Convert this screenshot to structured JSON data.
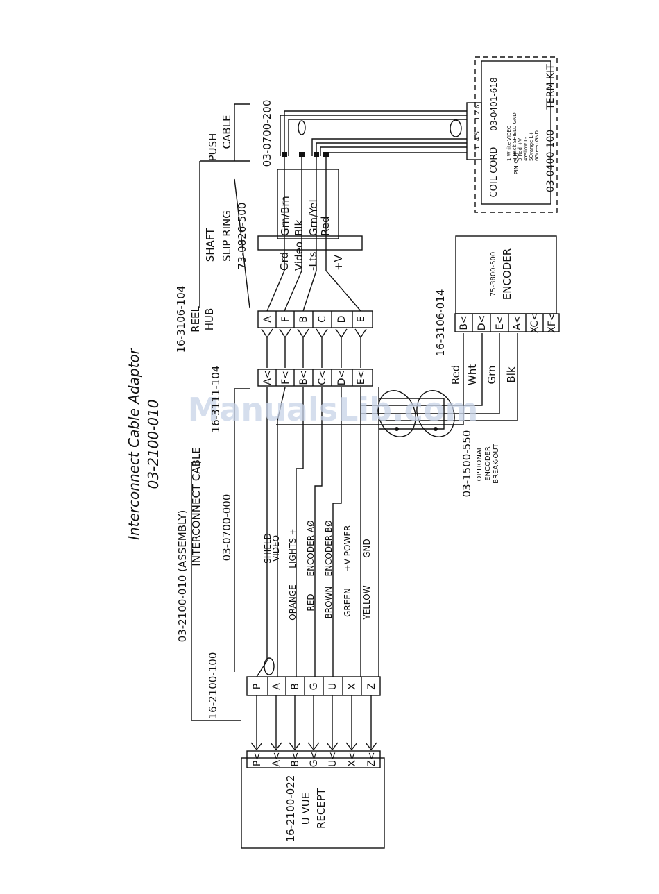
{
  "title": {
    "line1": "Interconnect Cable Adaptor",
    "line2": "03-2100-010"
  },
  "watermark": "ManualsLib.com",
  "interconnect": {
    "part": "03-2100-010 (ASSEMBLY)",
    "name": "INTERCONNECT CABLE",
    "cable_part": "03-0700-000",
    "plug_part": "16-2100-100",
    "receptacle_plug_part": "16-3111-104"
  },
  "reel_hub": {
    "part": "16-3106-104",
    "line1": "REEL",
    "line2": "HUB",
    "pins": [
      "A",
      "F",
      "B",
      "C",
      "D",
      "E"
    ]
  },
  "receptacle_pins": [
    "A",
    "F",
    "B",
    "C",
    "D",
    "E"
  ],
  "slip_ring": {
    "label1": "SHAFT",
    "label2": "SLIP RING",
    "part": "73-0826-500",
    "signals": [
      "Grd",
      "Video",
      "-Lts",
      "+V"
    ],
    "wires": [
      "Grn/Brn",
      "Blk",
      "Grn/Yel",
      "Red"
    ]
  },
  "push_cable": {
    "line1": "PUSH",
    "line2": "CABLE",
    "part": "03-0700-200"
  },
  "term_kit": {
    "part": "03-0400-100",
    "title": "TERM KIT",
    "cord_label": "COIL CORD",
    "cord_part": "03-0401-618",
    "terminals": [
      "3",
      "4 5",
      "1 2 6"
    ],
    "pin_out": "PIN OUT",
    "pin_list": [
      "1 White  VIDEO",
      "2 Back  SHIELD GND",
      "3 Red  +V",
      "4Yellow  L-",
      "5Orange  L+",
      "6Green  GND"
    ]
  },
  "encoder": {
    "part": "75-3800-500",
    "name": "ENCODER",
    "connector": "16-3106-014",
    "pins": [
      "B",
      "D",
      "E",
      "A",
      "C",
      "F"
    ],
    "pin_prefix": [
      "",
      "",
      "",
      "",
      "X",
      "X"
    ],
    "wires": [
      "Red",
      "Wht",
      "Grn",
      "Blk"
    ]
  },
  "breakout": {
    "part": "03-1500-550",
    "line1": "OPTIONAL",
    "line2": "ENCODER",
    "line3": "BREAK-OUT"
  },
  "cable_signals": [
    "SHIELD",
    "VIDEO",
    "LIGHTS +",
    "ENCODER AØ",
    "ENCODER BØ",
    "+V POWER",
    "GND"
  ],
  "cable_colors": [
    "",
    "",
    "ORANGE",
    "RED",
    "BROWN",
    "GREEN",
    "YELLOW"
  ],
  "plug_pins": [
    "P",
    "A",
    "B",
    "G",
    "U",
    "X",
    "Z"
  ],
  "receptacle": {
    "part": "16-2100-022",
    "line1": "U VUE",
    "line2": "RECEPT",
    "pins": [
      "P",
      "A",
      "B",
      "G",
      "U",
      "X",
      "Z"
    ]
  }
}
